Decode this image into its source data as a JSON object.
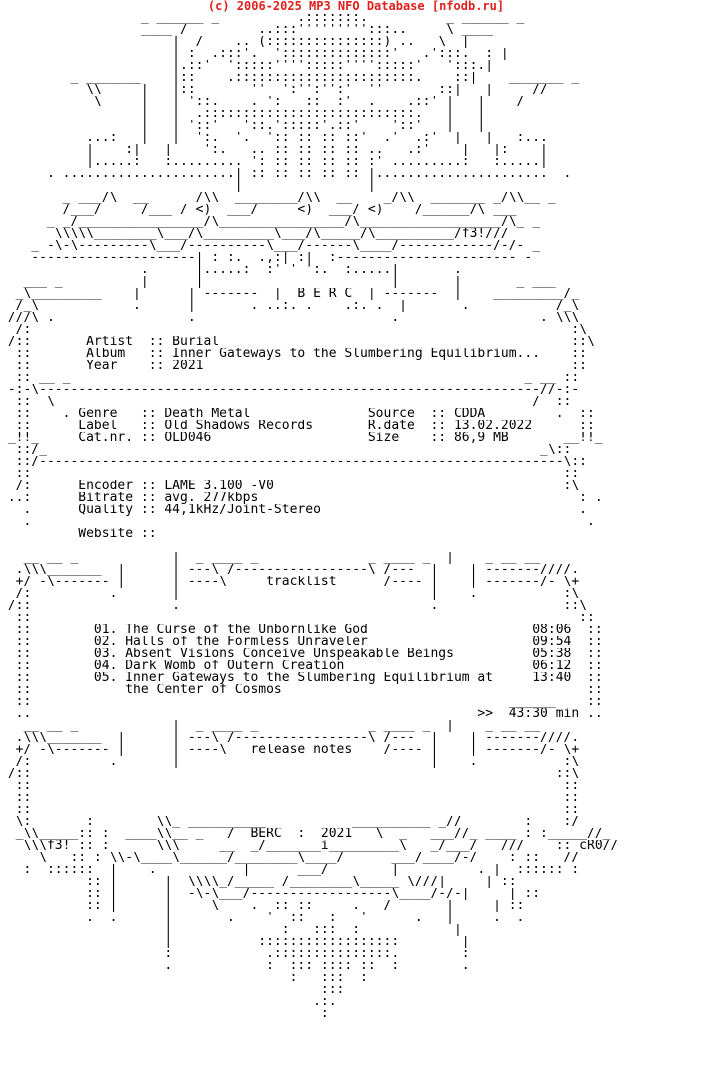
{
  "header": {
    "banner": "(c) 2006-2025 MP3 NFO Database [nfodb.ru]"
  },
  "colors": {
    "banner": "#e0201c",
    "text": "#000000",
    "background": "#ffffff"
  },
  "nfo": {
    "lines": [
      "                  _ ______ _          .:::::::.          _ ______ _",
      "                  ____ /         ..:::''''''''':::..     \\ ____",
      "                      |  /    .. (:::::::::::::::) ..   \\  |",
      "                      | :  .:::'.  '::::::::::::::'   .':::.  : |",
      "                      |.::'  ':::::'''':::::'''':::::'   ':::.|",
      "         _ _______    |::    .:::::::::::::::::::::::.    ::|    _______ _",
      "           \\\\     |   |::       ''  ':'':'':'  ''       ::|   |     //",
      "            \\     |   | '::.    . ':   ::  :'  .    .::' |   |    /",
      "                  |   |  .:::::::::::::::::::::::::::.   |   |",
      "                  |   | '::'   '::.':::::'.::'    '::'   |   |",
      "           ...:   |   |  ':.  '.  ':: :: :: ::'  .'  .:'  |   |   :...",
      "           |    :|   |    ':.   .. :: :: :: :: ..   .:'    |   |:    |",
      "           |.....:   :......... ': :: :: :: :: :' .........:   :.....|",
      "      . ......................| :: :: :: :: :: |......................  .",
      "                              |                |",
      "        _ ___/\\  __      /\\\\  ________/\\\\  __    _/\\\\  _______ _/\\\\__ _",
      "        /___/     /___ / <)  ___/     <)  ___/ <)    /______/\\ ___",
      "      _ _/________________/\\________________/\\__________________/\\_ _",
      "       \\\\\\\\\\________\\___/\\_________\\___/\\_____/\\__________/f3!///",
      "    _ -\\-\\---------\\___/----------\\___/------\\____/------------/-/- _",
      "    ---------------------| : :.  .,:| :|  :----------------------- -",
      "                  .      |.....:  :' ' ':.  :.....|       .",
      "   ___ _          |      |                        |       |       _ ___",
      "  _\\_________    |      | -------  |  B E R C  | -------  |    _________/_",
      "  /_\\            .      |       . ..:. .    .:. .  |       .           /_\\",
      " ///\\ .                 .                         .                  . \\\\\\",
      "  /:                                                                     :\\",
      " /::       Artist  :: Burial                                             ::\\",
      "  ::       Album   :: Inner Gateways to the Slumbering Equilibrium...    ::",
      "  ::       Year    :: 2021                                               ::",
      "  :: __ _                                                          _ __ ::",
      " -:-\\----------------------------------------------------------------//-:-",
      "  ::  \\                                                             /  ::",
      "  ::    . Genre   :: Death Metal               Source  :: CDDA         .  ::",
      "  ::      Label   :: Old Shadows Records       R.date  :: 13.02.2022      ::",
      " _!!_     Cat.nr. :: OLD046                    Size    :: 86,9 MB       __!!_",
      "  ::/_                                                               _\\::",
      "  ::/-------------------------------------------------------------------\\::",
      "  ::                                                                    ::",
      "  /:      Encoder :: LAME 3.100 -V0                                     :\\",
      " ..:      Bitrate :: avg. 277kbps                                         : .",
      "   .      Quality :: 44,1kHz/Joint-Stereo                                 .",
      "   .                                                                       .",
      "          Website ::",
      "",
      "   __ __ _            |  _ ____ _              _ ____ _  |    _ __ __",
      "  .\\\\\\_______  |      | ---\\ /-----------------\\ /---  |    | -------////.",
      "  +/ -\\------- |      | ----\\     tracklist      /---- |    | -------/- \\+",
      "  /:          .       |                                |    .           :\\",
      " /::                  .                                .                ::\\",
      "  ::                                                                      ::",
      "  ::        01. The Curse of the Unbornlike God                     08:06  ::",
      "  ::        02. Halls of the Formless Unraveler                     09:54  ::",
      "  ::        03. Absent Visions Conceive Unspeakable Beings          05:38  ::",
      "  ::        04. Dark Womb of Outern Creation                        06:12  ::",
      "  ::        05. Inner Gateways to the Slumbering Equilibrium at     13:40  ::",
      "  ::            the Center of Cosmos                                       ::",
      "  ::                                                             ______    ::",
      "  ..                                                         >>  43:30 min ..",
      "   __ __ _            |  _ ____ _              _ ____ _  |    _ __ __",
      "  .\\\\\\_______  |      | ---\\ /-----------------\\ /---  |    | -------////.",
      "  +/ -\\------- |      | ----\\   release notes    /---- |    | -------/- \\+",
      "  /:          .       |                                |    .           :\\",
      " /::                                                                   ::\\",
      "  ::                                                                    ::",
      "  ::                                                                    ::",
      "  ::                                                                    ::",
      "  \\:       :        \\\\_ __________           __________ _//        :    :/",
      "  _\\\\_____:: :  ____\\\\__ _   /  BERC  :  2021   \\  _   ___//_ ____ : :_____//_",
      "   \\\\\\f3! :: :      \\\\\\     __  _/_______i_________\\   _/___/   ///    :: cR0//",
      "     \\   :: : \\\\-\\____\\______/________\\____/      ___/____/-/    : ::   //",
      "   :  ::::::  |    .           |      ___/        |          . |  :::::: :",
      "           :: |      |  \\\\\\\\_/_____ /________\\_____ \\///|     | ::",
      "           :: |      |  -\\-\\___/------------------\\____/-/-|     | ::",
      "           :: |      |     \\    .  :: ::     .   /       |     | ::",
      "           .  .      |       .    '  ::   :   '      .   |     .  .",
      "                     |              :   :::  :            |",
      "                     |           ::::::::::::::::::        |",
      "                     :            .:::::::::::::::.        :",
      "                     .            :  ::: :::: ::  :        .",
      "                                     :   :::  :",
      "                                         :::",
      "                                        .:.",
      "                                         :"
    ]
  }
}
